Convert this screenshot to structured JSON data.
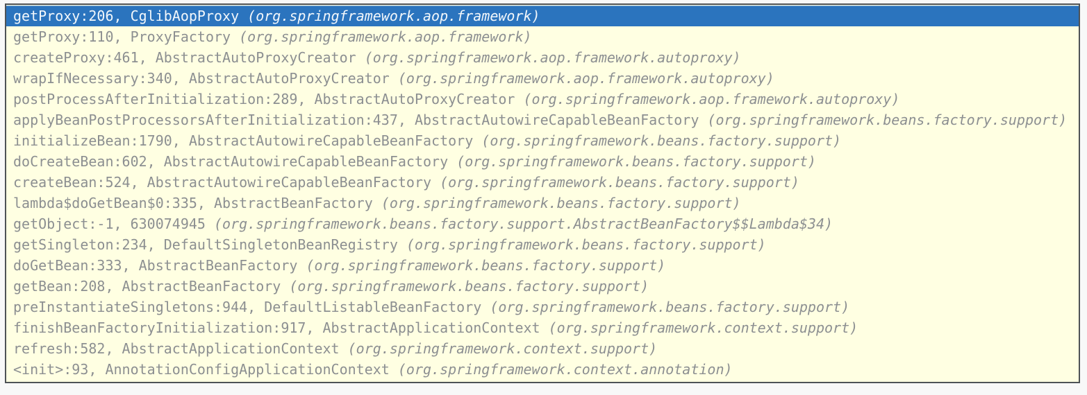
{
  "colors": {
    "selection_bg": "#2B74BE",
    "selection_text": "#F2F7FB",
    "panel_bg": "#FFFFE2",
    "panel_border": "#4E5256",
    "frame_text": "#8C8F91",
    "page_bg": "#F8F8F8"
  },
  "stack": {
    "selected_index": 0,
    "frames": [
      {
        "method": "getProxy",
        "line": "206",
        "class": "CglibAopProxy",
        "package": "org.springframework.aop.framework"
      },
      {
        "method": "getProxy",
        "line": "110",
        "class": "ProxyFactory",
        "package": "org.springframework.aop.framework"
      },
      {
        "method": "createProxy",
        "line": "461",
        "class": "AbstractAutoProxyCreator",
        "package": "org.springframework.aop.framework.autoproxy"
      },
      {
        "method": "wrapIfNecessary",
        "line": "340",
        "class": "AbstractAutoProxyCreator",
        "package": "org.springframework.aop.framework.autoproxy"
      },
      {
        "method": "postProcessAfterInitialization",
        "line": "289",
        "class": "AbstractAutoProxyCreator",
        "package": "org.springframework.aop.framework.autoproxy"
      },
      {
        "method": "applyBeanPostProcessorsAfterInitialization",
        "line": "437",
        "class": "AbstractAutowireCapableBeanFactory",
        "package": "org.springframework.beans.factory.support"
      },
      {
        "method": "initializeBean",
        "line": "1790",
        "class": "AbstractAutowireCapableBeanFactory",
        "package": "org.springframework.beans.factory.support"
      },
      {
        "method": "doCreateBean",
        "line": "602",
        "class": "AbstractAutowireCapableBeanFactory",
        "package": "org.springframework.beans.factory.support"
      },
      {
        "method": "createBean",
        "line": "524",
        "class": "AbstractAutowireCapableBeanFactory",
        "package": "org.springframework.beans.factory.support"
      },
      {
        "method": "lambda$doGetBean$0",
        "line": "335",
        "class": "AbstractBeanFactory",
        "package": "org.springframework.beans.factory.support"
      },
      {
        "method": "getObject",
        "line": "-1",
        "class": "630074945",
        "package": "org.springframework.beans.factory.support.AbstractBeanFactory$$Lambda$34"
      },
      {
        "method": "getSingleton",
        "line": "234",
        "class": "DefaultSingletonBeanRegistry",
        "package": "org.springframework.beans.factory.support"
      },
      {
        "method": "doGetBean",
        "line": "333",
        "class": "AbstractBeanFactory",
        "package": "org.springframework.beans.factory.support"
      },
      {
        "method": "getBean",
        "line": "208",
        "class": "AbstractBeanFactory",
        "package": "org.springframework.beans.factory.support"
      },
      {
        "method": "preInstantiateSingletons",
        "line": "944",
        "class": "DefaultListableBeanFactory",
        "package": "org.springframework.beans.factory.support"
      },
      {
        "method": "finishBeanFactoryInitialization",
        "line": "917",
        "class": "AbstractApplicationContext",
        "package": "org.springframework.context.support"
      },
      {
        "method": "refresh",
        "line": "582",
        "class": "AbstractApplicationContext",
        "package": "org.springframework.context.support"
      },
      {
        "method": "<init>",
        "line": "93",
        "class": "AnnotationConfigApplicationContext",
        "package": "org.springframework.context.annotation"
      }
    ]
  }
}
